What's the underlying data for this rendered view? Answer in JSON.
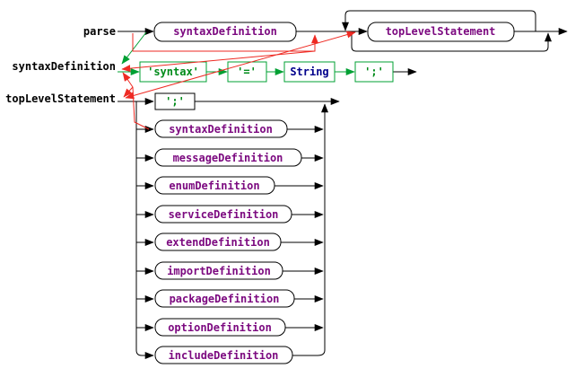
{
  "diagram": {
    "kind": "railroad-syntax-diagram",
    "colors": {
      "rule_reference_text": "#7c0a80",
      "literal_text": "#008b1a",
      "token_text": "#00008b",
      "structure_line": "#000000",
      "definition_link": "#00a033",
      "usage_link": "#ee2a23"
    },
    "rules": [
      {
        "label": "parse",
        "elements": [
          {
            "text": "syntaxDefinition",
            "kind": "rule"
          },
          {
            "text": "topLevelStatement",
            "kind": "rule"
          }
        ]
      },
      {
        "label": "syntaxDefinition",
        "elements": [
          {
            "text": "'syntax'",
            "kind": "literal"
          },
          {
            "text": "'='",
            "kind": "literal"
          },
          {
            "text": "String",
            "kind": "token"
          },
          {
            "text": "';'",
            "kind": "literal"
          }
        ]
      },
      {
        "label": "topLevelStatement",
        "elements": [
          {
            "text": "';'",
            "kind": "literal"
          },
          {
            "text": "syntaxDefinition",
            "kind": "rule"
          },
          {
            "text": "messageDefinition",
            "kind": "rule"
          },
          {
            "text": "enumDefinition",
            "kind": "rule"
          },
          {
            "text": "serviceDefinition",
            "kind": "rule"
          },
          {
            "text": "extendDefinition",
            "kind": "rule"
          },
          {
            "text": "importDefinition",
            "kind": "rule"
          },
          {
            "text": "packageDefinition",
            "kind": "rule"
          },
          {
            "text": "optionDefinition",
            "kind": "rule"
          },
          {
            "text": "includeDefinition",
            "kind": "rule"
          }
        ]
      }
    ]
  }
}
